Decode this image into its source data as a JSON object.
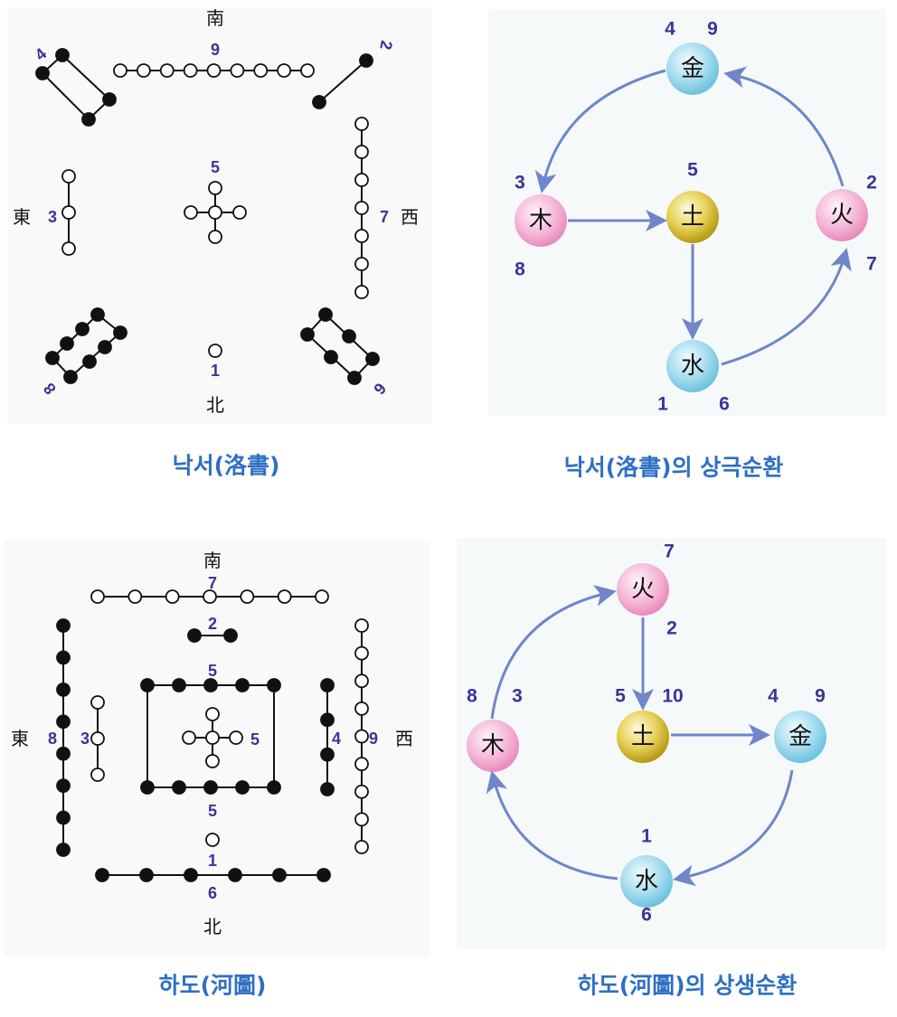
{
  "luoshu": {
    "caption": "낙서(洛書)",
    "directions": {
      "south": "南",
      "north": "北",
      "east": "東",
      "west": "西"
    },
    "numbers": {
      "n9": "9",
      "n4": "4",
      "n2": "2",
      "n3": "3",
      "n5": "5",
      "n7": "7",
      "n8": "8",
      "n6": "6",
      "n1": "1"
    }
  },
  "luoshu_cycle": {
    "caption": "낙서(洛書)의 상극순환",
    "elements": {
      "metal": "金",
      "wood": "木",
      "earth": "土",
      "fire": "火",
      "water": "水"
    },
    "numbers": {
      "metal_a": "4",
      "metal_b": "9",
      "wood_a": "3",
      "wood_b": "8",
      "earth": "5",
      "fire_a": "2",
      "fire_b": "7",
      "water_a": "1",
      "water_b": "6"
    }
  },
  "hetu": {
    "caption": "하도(河圖)",
    "directions": {
      "south": "南",
      "north": "北",
      "east": "東",
      "west": "西"
    },
    "numbers": {
      "n7": "7",
      "n2": "2",
      "n5_top": "5",
      "n5_center": "5",
      "n5_bottom": "5",
      "n1": "1",
      "n6": "6",
      "n8": "8",
      "n3": "3",
      "n4": "4",
      "n9": "9"
    }
  },
  "hetu_cycle": {
    "caption": "하도(河圖)의 상생순환",
    "elements": {
      "fire": "火",
      "earth": "土",
      "metal": "金",
      "wood": "木",
      "water": "水"
    },
    "numbers": {
      "fire_a": "7",
      "fire_b": "2",
      "earth_a": "5",
      "earth_b": "10",
      "metal_a": "4",
      "metal_b": "9",
      "wood_a": "8",
      "wood_b": "3",
      "water_a": "1",
      "water_b": "6"
    }
  },
  "colors": {
    "number": "#3b3396",
    "caption": "#2f6fc4",
    "arrow": "#6f86c9",
    "wood_fire": "#f2a9cf",
    "metal_water": "#8fd3e6",
    "earth": "#d9c22e"
  }
}
